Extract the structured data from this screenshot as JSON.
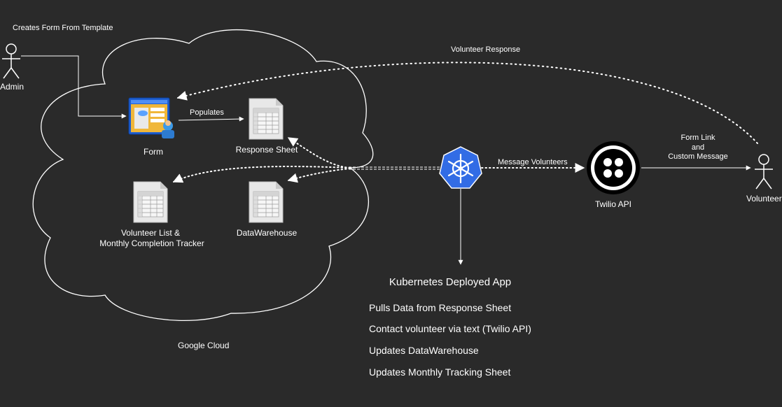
{
  "actors": {
    "admin": "Admin",
    "volunteer": "Volunteer"
  },
  "cloud": {
    "label": "Google Cloud"
  },
  "nodes": {
    "form": "Form",
    "response_sheet": "Response Sheet",
    "volunteer_list": [
      "Volunteer List &",
      "Monthly Completion Tracker"
    ],
    "datawarehouse": "DataWarehouse",
    "twilio": "Twilio API"
  },
  "edges": {
    "admin_to_form": "Creates Form From Template",
    "form_to_sheet": "Populates",
    "volunteer_response": "Volunteer Response",
    "message_volunteers": "Message Volunteers",
    "twilio_to_volunteer": [
      "Form Link",
      "and",
      "Custom Message"
    ]
  },
  "app": {
    "title": "Kubernetes Deployed App",
    "steps": [
      "Pulls Data from Response Sheet",
      "Contact volunteer via text (Twilio API)",
      "Updates DataWarehouse",
      "Updates Monthly Tracking Sheet"
    ]
  },
  "colors": {
    "background": "#2a2a2a",
    "stroke": "#ffffff",
    "kubernetes_blue": "#326ce5",
    "twilio_black": "#000000"
  },
  "icons": {
    "admin": "person-icon",
    "volunteer": "person-icon",
    "form": "form-window-icon",
    "sheets": "spreadsheet-icon",
    "kubernetes": "kubernetes-helm-icon",
    "twilio": "twilio-logo-icon"
  }
}
